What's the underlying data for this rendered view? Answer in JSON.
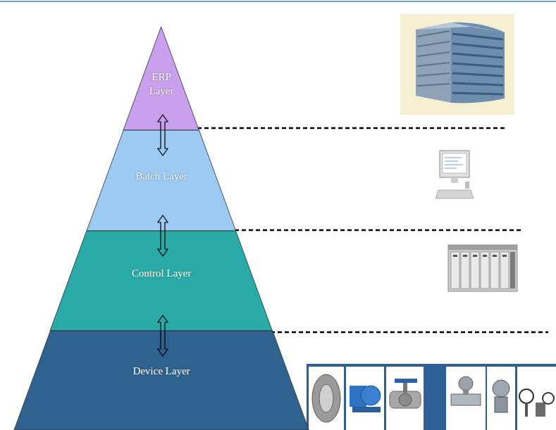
{
  "diagram": {
    "nodes": [
      {
        "text": [
          "ERP Layer"
        ]
      },
      {
        "text": [
          "Batch Layer"
        ]
      },
      {
        "text": [
          "Control Layer"
        ]
      },
      {
        "text": [
          "Device Layer"
        ]
      }
    ],
    "edges": [
      {
        "from": 0,
        "to": 1,
        "arrow": "both"
      },
      {
        "from": 1,
        "to": 2,
        "arrow": "both"
      },
      {
        "from": 2,
        "to": 3,
        "arrow": "both"
      }
    ]
  }
}
